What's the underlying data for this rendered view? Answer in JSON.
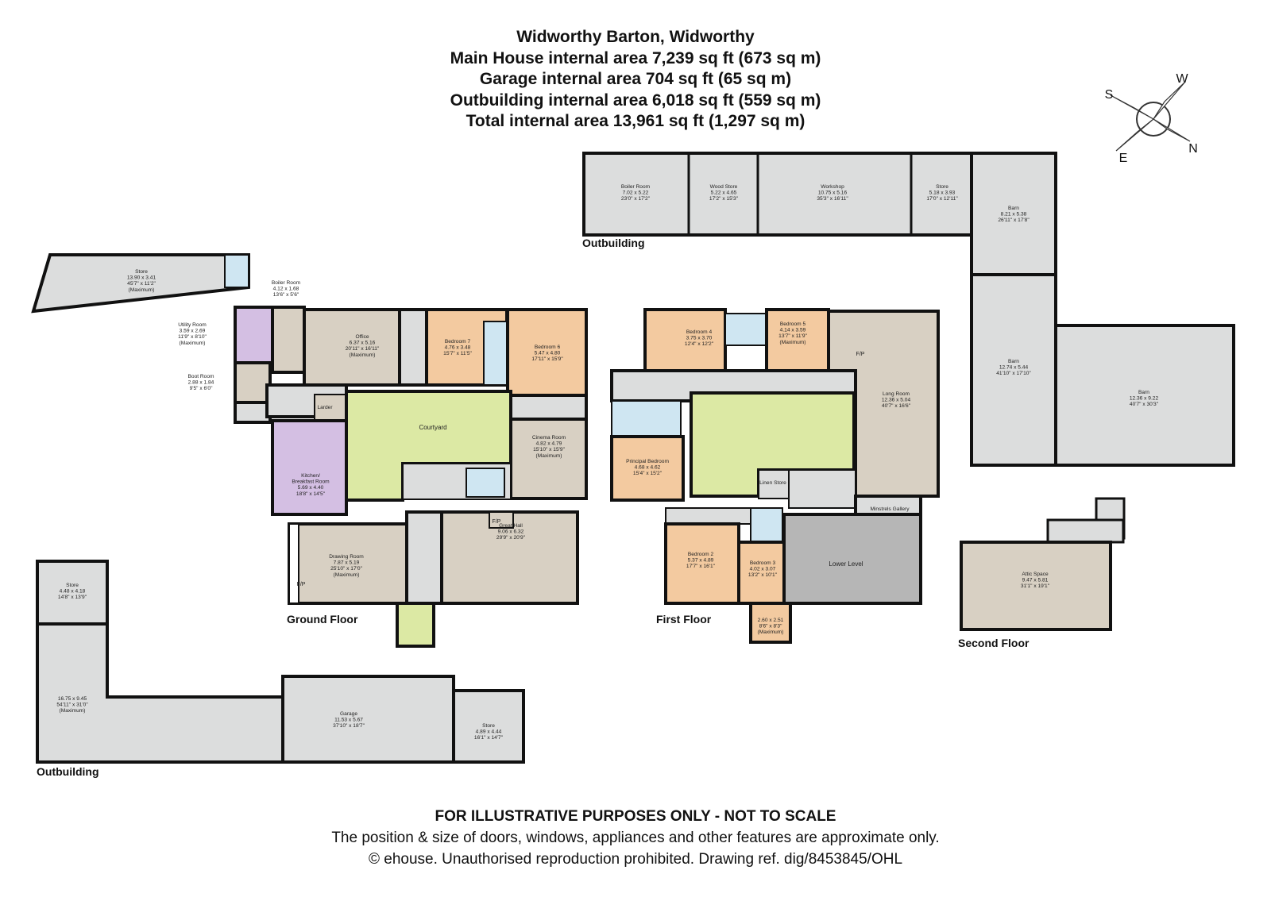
{
  "header": {
    "title": "Widworthy Barton, Widworthy",
    "lines": [
      "Main House internal area 7,239 sq ft (673 sq m)",
      "Garage internal area 704 sq ft (65 sq m)",
      "Outbuilding internal area 6,018 sq ft (559 sq m)",
      "Total internal area 13,961 sq ft (1,297 sq m)"
    ]
  },
  "compass": {
    "s": "S",
    "w": "W",
    "e": "E",
    "n": "N"
  },
  "floors": {
    "ground": "Ground Floor",
    "first": "First Floor",
    "second": "Second Floor",
    "outbuilding_top": "Outbuilding",
    "outbuilding_bottom": "Outbuilding"
  },
  "rooms": {
    "store_nw": [
      "Store",
      "13.90 x 3.41",
      "45'7\" x 11'2\"",
      "(Maximum)"
    ],
    "boiler_gf": [
      "Boiler Room",
      "4.12 x 1.68",
      "13'6\" x 5'6\""
    ],
    "utility": [
      "Utility Room",
      "3.59 x 2.69",
      "11'9\" x 8'10\"",
      "(Maximum)"
    ],
    "boot": [
      "Boot Room",
      "2.88 x 1.84",
      "9'5\" x 6'0\""
    ],
    "office": [
      "Office",
      "6.37 x 5.16",
      "20'11\" x 16'11\"",
      "(Maximum)"
    ],
    "bedroom7": [
      "Bedroom 7",
      "4.76 x 3.48",
      "15'7\" x 11'5\""
    ],
    "bedroom6": [
      "Bedroom 6",
      "5.47 x 4.80",
      "17'11\" x 15'9\""
    ],
    "larder": [
      "Larder"
    ],
    "courtyard": [
      "Courtyard"
    ],
    "kitchen": [
      "Kitchen/",
      "Breakfast Room",
      "5.69 x 4.40",
      "18'8\" x 14'5\""
    ],
    "cinema": [
      "Cinema Room",
      "4.82 x 4.79",
      "15'10\" x 15'9\"",
      "(Maximum)"
    ],
    "drawing": [
      "Drawing Room",
      "7.87 x 5.19",
      "25'10\" x 17'0\"",
      "(Maximum)"
    ],
    "great_hall": [
      "Great Hall",
      "9.06 x 6.32",
      "29'9\" x 20'9\""
    ],
    "fp": "F/P",
    "bedroom4": [
      "Bedroom 4",
      "3.75 x 3.70",
      "12'4\" x 12'2\""
    ],
    "bedroom5": [
      "Bedroom 5",
      "4.14 x 3.59",
      "13'7\" x 11'9\"",
      "(Maximum)"
    ],
    "long_room": [
      "Long Room",
      "12.36 x 5.04",
      "40'7\" x 16'6\""
    ],
    "principal": [
      "Principal Bedroom",
      "4.68 x 4.62",
      "15'4\" x 15'2\""
    ],
    "linen": [
      "Linen Store"
    ],
    "minstrels": [
      "Minstrels Gallery"
    ],
    "bedroom2": [
      "Bedroom 2",
      "5.37 x 4.89",
      "17'7\" x 16'1\""
    ],
    "bedroom3": [
      "Bedroom 3",
      "4.02 x 3.07",
      "13'2\" x 10'1\""
    ],
    "lower_level": [
      "Lower Level"
    ],
    "small_room": [
      "2.60 x 2.51",
      "8'6\" x 8'3\"",
      "(Maximum)"
    ],
    "boiler_out": [
      "Boiler Room",
      "7.02 x 5.22",
      "23'0\" x 17'2\""
    ],
    "wood_store": [
      "Wood Store",
      "5.22 x 4.65",
      "17'2\" x 15'3\""
    ],
    "workshop": [
      "Workshop",
      "10.75 x 5.16",
      "35'3\" x 16'11\""
    ],
    "store_out": [
      "Store",
      "5.18 x 3.93",
      "17'0\" x 12'11\""
    ],
    "barn1": [
      "Barn",
      "8.21 x 5.38",
      "26'11\" x 17'8\""
    ],
    "barn2": [
      "Barn",
      "12.74 x 5.44",
      "41'10\" x 17'10\""
    ],
    "barn3": [
      "Barn",
      "12.36 x 9.22",
      "40'7\" x 30'3\""
    ],
    "attic": [
      "Attic Space",
      "9.47 x 5.81",
      "31'1\" x 19'1\""
    ],
    "store_sw": [
      "Store",
      "4.48 x 4.18",
      "14'8\" x 13'9\""
    ],
    "out_large": [
      "16.75 x 9.45",
      "54'11\" x 31'0\"",
      "(Maximum)"
    ],
    "garage": [
      "Garage",
      "11.53 x 5.67",
      "37'10\" x 18'7\""
    ],
    "store_se": [
      "Store",
      "4.89 x 4.44",
      "16'1\" x 14'7\""
    ]
  },
  "footer": {
    "disclaimer": "FOR ILLUSTRATIVE PURPOSES ONLY - NOT TO SCALE",
    "note": "The position & size of doors, windows, appliances and other features are approximate only.",
    "copyright": "© ehouse. Unauthorised reproduction prohibited. Drawing ref. dig/8453845/OHL"
  },
  "colors": {
    "wall": "#111111",
    "grey": "#dcdddd",
    "dark_grey": "#b6b6b6",
    "bedroom": "#f3caa0",
    "courtyard": "#dce9a4",
    "kitchen": "#d4bfe3",
    "living": "#d8d0c3",
    "bathroom": "#cfe6f2"
  }
}
